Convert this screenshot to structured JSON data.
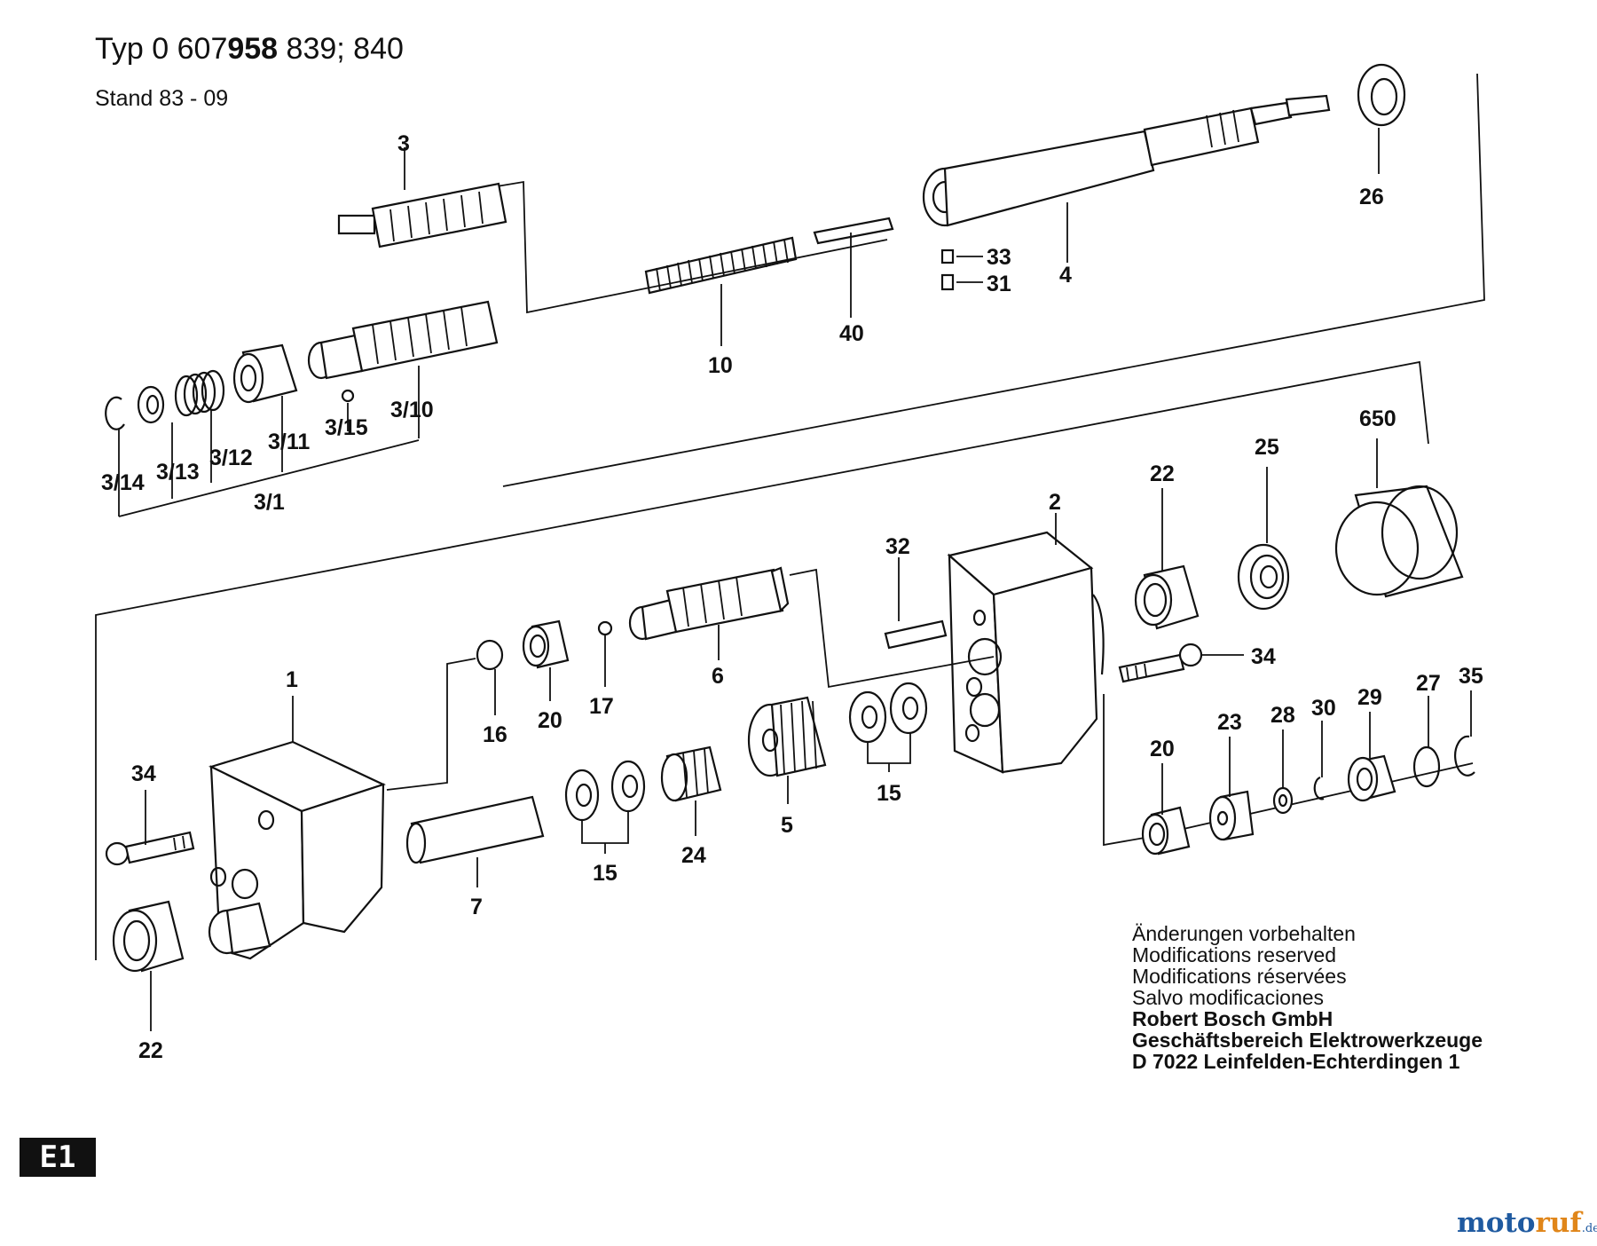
{
  "header": {
    "typ_label": "Typ",
    "typ_prefix": "0 607",
    "typ_bold": "958",
    "typ_suffix": "839; 840",
    "stand_label": "Stand",
    "stand_value": "83 - 09"
  },
  "callouts": {
    "c3": "3",
    "c4": "4",
    "c26": "26",
    "c33": "33",
    "c31": "31",
    "c40": "40",
    "c10": "10",
    "c3_10": "3/10",
    "c3_15": "3/15",
    "c3_11": "3/11",
    "c3_12": "3/12",
    "c3_13": "3/13",
    "c3_14": "3/14",
    "c3_1": "3/1",
    "c650": "650",
    "c25": "25",
    "c22a": "22",
    "c2": "2",
    "c32": "32",
    "c34a": "34",
    "c6": "6",
    "c17": "17",
    "c20a": "20",
    "c16": "16",
    "c1": "1",
    "c34b": "34",
    "c15a": "15",
    "c5": "5",
    "c24": "24",
    "c15b": "15",
    "c7": "7",
    "c22b": "22",
    "c20b": "20",
    "c23": "23",
    "c28": "28",
    "c30": "30",
    "c29": "29",
    "c27": "27",
    "c35": "35"
  },
  "notes": [
    {
      "text": "Änderungen vorbehalten",
      "bold": false
    },
    {
      "text": "Modifications reserved",
      "bold": false
    },
    {
      "text": "Modifications réservées",
      "bold": false
    },
    {
      "text": "Salvo modificaciones",
      "bold": false
    },
    {
      "text": "Robert Bosch GmbH",
      "bold": true
    },
    {
      "text": "Geschäftsbereich Elektrowerkzeuge",
      "bold": true
    },
    {
      "text": "D 7022 Leinfelden-Echterdingen 1",
      "bold": true
    }
  ],
  "page_badge": "E1",
  "watermark": {
    "part1": "moto",
    "part2": "ruf",
    "part3": ".de"
  }
}
